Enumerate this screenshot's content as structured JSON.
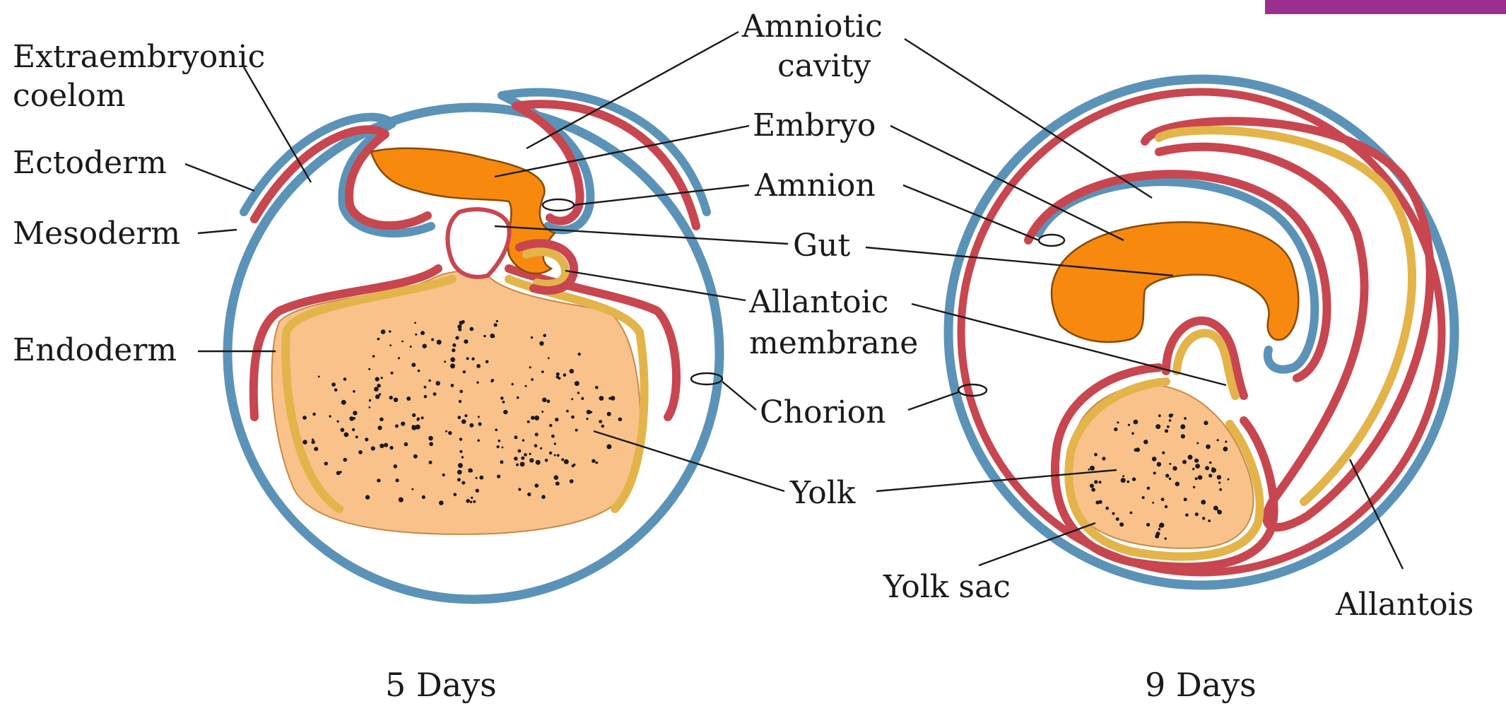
{
  "labels": {
    "extraembryonic_coelom_1": "Extraembryonic",
    "extraembryonic_coelom_2": "coelom",
    "ectoderm": "Ectoderm",
    "mesoderm": "Mesoderm",
    "endoderm": "Endoderm",
    "amniotic_cavity_1": "Amniotic",
    "amniotic_cavity_2": "cavity",
    "embryo": "Embryo",
    "amnion": "Amnion",
    "gut": "Gut",
    "allantoic_membrane_1": "Allantoic",
    "allantoic_membrane_2": "membrane",
    "chorion": "Chorion",
    "yolk": "Yolk",
    "yolk_sac": "Yolk sac",
    "allantois": "Allantois"
  },
  "captions": {
    "left": "5 Days",
    "right": "9 Days"
  },
  "colors": {
    "ectoderm_blue": "#5b93b8",
    "mesoderm_red": "#c8464f",
    "endoderm_yellow": "#e3b44a",
    "embryo_orange": "#f7890f",
    "yolk_peach": "#f9c28b",
    "corner_tab": "#9b2f8f"
  }
}
